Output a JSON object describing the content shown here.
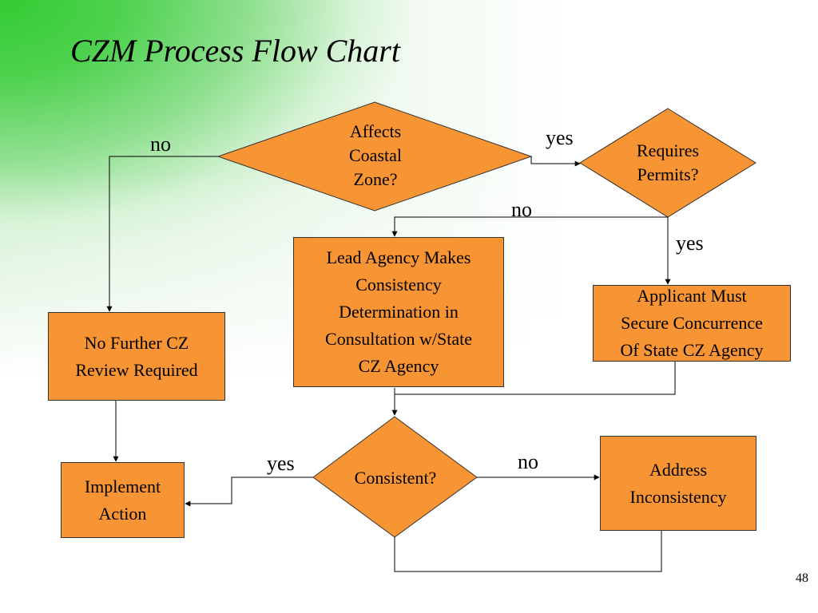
{
  "slide": {
    "title": "CZM Process Flow Chart",
    "page_number": "48"
  },
  "colors": {
    "node_fill": "#f79433",
    "node_border": "#333333",
    "connector": "#000000",
    "background_accent": "#33cc33"
  },
  "nodes": {
    "affects_coastal_zone": "Affects\nCoastal\nZone?",
    "requires_permits": "Requires\nPermits?",
    "lead_agency": "Lead Agency Makes\nConsistency\nDetermination in\nConsultation w/State\nCZ Agency",
    "applicant_must": "Applicant Must\nSecure Concurrence\nOf State CZ Agency",
    "no_further_review": "No Further CZ\nReview Required",
    "consistent": "Consistent?",
    "implement_action": "Implement\nAction",
    "address_inconsistency": "Address\nInconsistency"
  },
  "edge_labels": {
    "affects_no": "no",
    "affects_yes": "yes",
    "permits_no": "no",
    "permits_yes": "yes",
    "consistent_yes": "yes",
    "consistent_no": "no"
  }
}
